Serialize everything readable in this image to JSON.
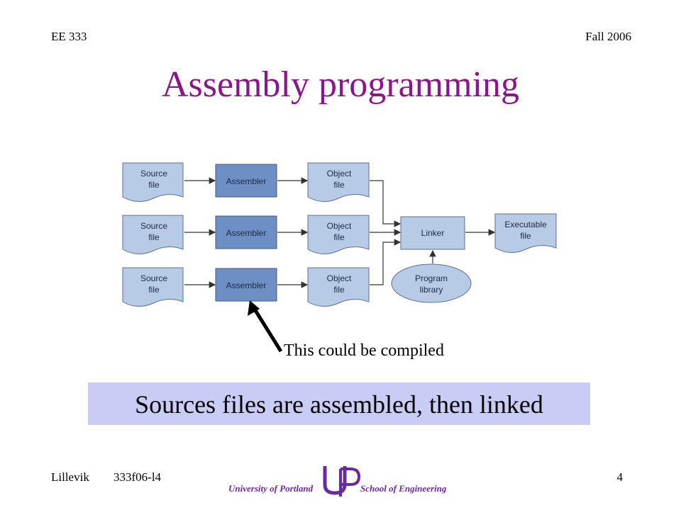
{
  "header": {
    "course": "EE 333",
    "term": "Fall 2006"
  },
  "title": "Assembly programming",
  "diagram": {
    "rows": [
      {
        "source": [
          "Source",
          "file"
        ],
        "assembler": "Assembler",
        "object": [
          "Object",
          "file"
        ]
      },
      {
        "source": [
          "Source",
          "file"
        ],
        "assembler": "Assembler",
        "object": [
          "Object",
          "file"
        ]
      },
      {
        "source": [
          "Source",
          "file"
        ],
        "assembler": "Assembler",
        "object": [
          "Object",
          "file"
        ]
      }
    ],
    "linker": "Linker",
    "library": [
      "Program",
      "library"
    ],
    "executable": [
      "Executable",
      "file"
    ]
  },
  "annotation": "This could be compiled",
  "callout": "Sources files are assembled, then linked",
  "footer": {
    "author": "Lillevik",
    "code": "333f06-l4",
    "page": "4",
    "university": "University of Portland",
    "school": "School of Engineering"
  },
  "colors": {
    "title": "#8b158b",
    "doc_fill": "#b8cbe6",
    "assembler_fill": "#6e8fc4",
    "callout_bg": "#c9cdf5"
  }
}
